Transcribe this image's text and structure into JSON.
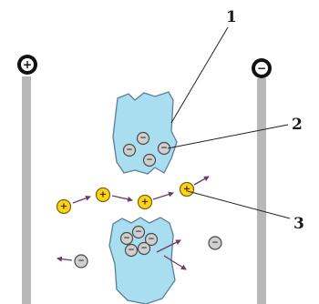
{
  "labels": {
    "callout_1": "1",
    "callout_2": "2",
    "callout_3": "3"
  },
  "symbols": {
    "plus": "+",
    "minus": "−"
  },
  "colors": {
    "electrode_bar": "#b8b8b8",
    "crystal_fill": "#a9def0",
    "crystal_stroke": "#5a7f90",
    "cation_fill": "#ffd21a",
    "cation_stroke": "#7a6400",
    "anion_fill": "#cfcfcf",
    "anion_stroke": "#4a4a4a",
    "terminal_fill": "#111111",
    "arrow": "#6b3b6b",
    "leader": "#222222"
  }
}
